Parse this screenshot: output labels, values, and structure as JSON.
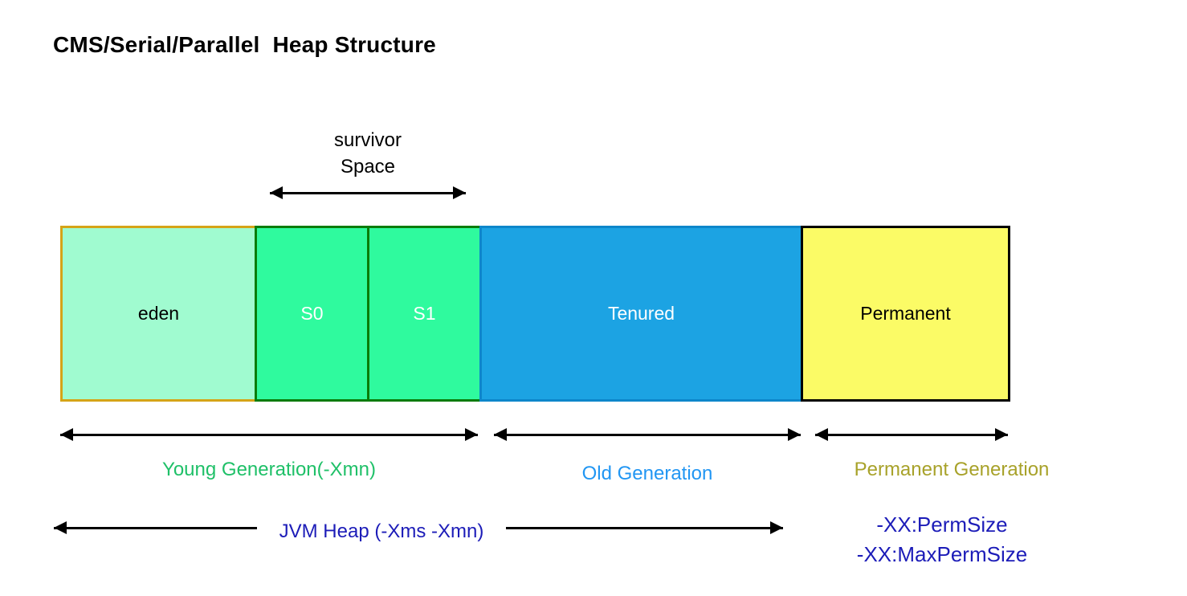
{
  "title": "CMS/Serial/Parallel  Heap Structure",
  "survivor_label": {
    "line1": "survivor",
    "line2": "Space"
  },
  "heap_segments": [
    {
      "id": "eden",
      "label": "eden",
      "fill": "#A0FBD0",
      "border": "#D5A417",
      "text_color": "#000000"
    },
    {
      "id": "s0",
      "label": "S0",
      "fill": "#2FFA9E",
      "border": "#0A7C0A",
      "text_color": "#FFFFFF"
    },
    {
      "id": "s1",
      "label": "S1",
      "fill": "#2FFA9E",
      "border": "#0A7C0A",
      "text_color": "#FFFFFF"
    },
    {
      "id": "tenured",
      "label": "Tenured",
      "fill": "#1CA3E3",
      "border": "#0D87CA",
      "text_color": "#FFFFFF"
    },
    {
      "id": "permanent",
      "label": "Permanent",
      "fill": "#FBFB66",
      "border": "#000000",
      "text_color": "#000000"
    }
  ],
  "generation_labels": {
    "young": {
      "text": "Young Generation(-Xmn)",
      "color": "#1FC068"
    },
    "old": {
      "text": "Old Generation",
      "color": "#2196F3"
    },
    "permanent": {
      "text": "Permanent Generation",
      "color": "#A8A22A"
    }
  },
  "jvm_heap_label": {
    "text": "JVM Heap (-Xms -Xmn)",
    "color": "#1C1CB8"
  },
  "perm_size_labels": {
    "line1": "-XX:PermSize",
    "line2": "-XX:MaxPermSize",
    "color": "#1C1CB8"
  },
  "arrow_color": "#000000"
}
